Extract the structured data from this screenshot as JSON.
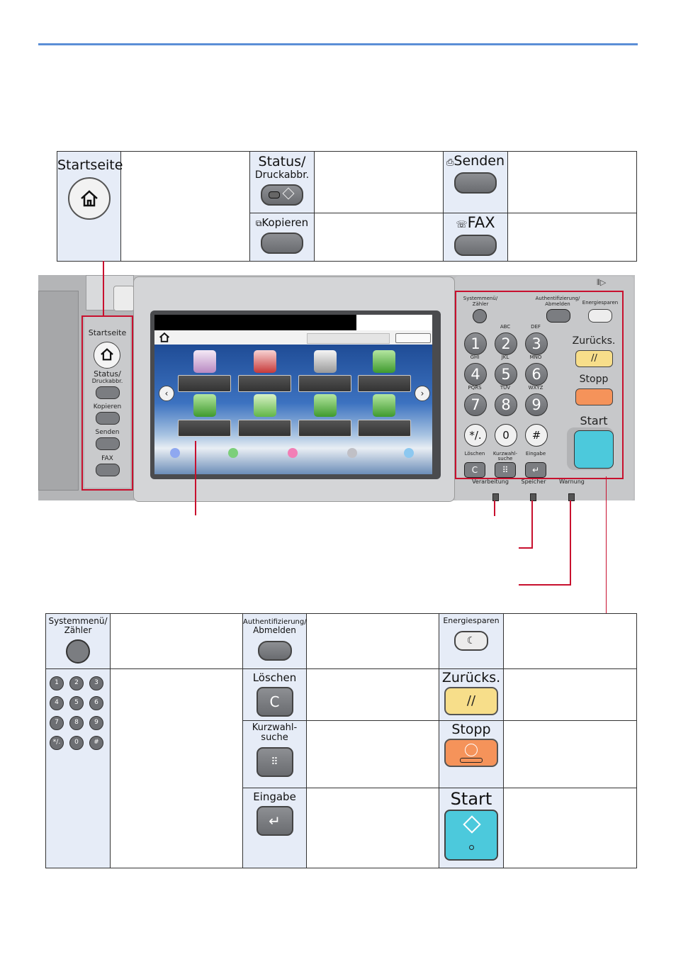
{
  "top_keys": {
    "home_label": "Startseite",
    "status_label_line1": "Status/",
    "status_label_line2": "Druckabbr.",
    "send_label": "Senden",
    "copy_label": "Kopieren",
    "fax_label": "FAX"
  },
  "panel": {
    "home": "Startseite",
    "status1": "Status/",
    "status2": "Druckabbr.",
    "copy": "Kopieren",
    "send": "Senden",
    "fax": "FAX",
    "sysmenu": "Systemmenü/ Zähler",
    "auth": "Authentifizierung/ Abmelden",
    "energy": "Energiesparen",
    "reset": "Zurücks.",
    "stop": "Stopp",
    "start": "Start",
    "clear": "Löschen",
    "quick": "Kurzwahl- suche",
    "enter": "Eingabe",
    "processing": "Verarbeitung",
    "memory": "Speicher",
    "warning": "Warnung",
    "keys": [
      {
        "digit": "1",
        "letters": ""
      },
      {
        "digit": "2",
        "letters": "ABC"
      },
      {
        "digit": "3",
        "letters": "DEF"
      },
      {
        "digit": "4",
        "letters": "GHI"
      },
      {
        "digit": "5",
        "letters": "JKL"
      },
      {
        "digit": "6",
        "letters": "MNO"
      },
      {
        "digit": "7",
        "letters": "PQRS"
      },
      {
        "digit": "8",
        "letters": "TUV"
      },
      {
        "digit": "9",
        "letters": "WXYZ"
      },
      {
        "digit": "*/.",
        "letters": ""
      },
      {
        "digit": "0",
        "letters": ""
      },
      {
        "digit": "#",
        "letters": ""
      }
    ]
  },
  "bottom_keys": {
    "sysmenu_line1": "Systemmenü/",
    "sysmenu_line2": "Zähler",
    "auth_line1": "Authentifizierung/",
    "auth_line2": "Abmelden",
    "energy": "Energiesparen",
    "clear": "Löschen",
    "reset": "Zurücks.",
    "quick_line1": "Kurzwahl-",
    "quick_line2": "suche",
    "stop": "Stopp",
    "enter": "Eingabe",
    "start": "Start"
  },
  "colors": {
    "accent_line": "#5b8ed6",
    "callout": "#c8102e",
    "key_cell_bg": "#e6ecf7",
    "reset_yellow": "#f7de8a",
    "stop_orange": "#f5935a",
    "start_cyan": "#4cc9dc"
  }
}
